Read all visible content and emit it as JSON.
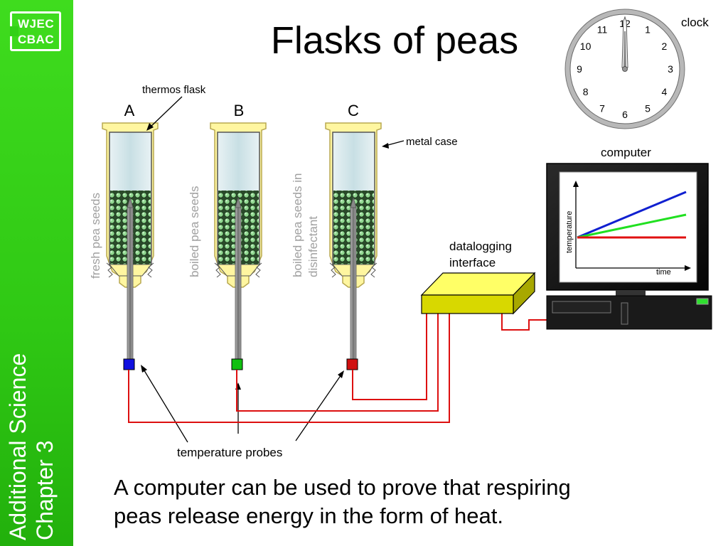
{
  "title": "Flasks of peas",
  "sidebar": {
    "logo_line1": "WJEC",
    "logo_line2": "CBAC",
    "course": "Additional Science",
    "chapter": "Chapter 3"
  },
  "flasks": [
    {
      "letter": "A",
      "content": "fresh pea seeds",
      "probe_color": "#1010e0"
    },
    {
      "letter": "B",
      "content": "boiled pea seeds",
      "probe_color": "#10c010"
    },
    {
      "letter": "C",
      "content_line1": "boiled pea seeds in",
      "content_line2": "disinfectant",
      "probe_color": "#d01010"
    }
  ],
  "labels": {
    "thermos_flask": "thermos flask",
    "metal_case": "metal case",
    "temperature_probes": "temperature probes",
    "datalogging_line1": "datalogging",
    "datalogging_line2": "interface",
    "computer": "computer",
    "clock": "clock"
  },
  "clock": {
    "numbers": [
      "12",
      "1",
      "2",
      "3",
      "4",
      "5",
      "6",
      "7",
      "8",
      "9",
      "10",
      "11"
    ]
  },
  "graph": {
    "ylabel": "temperature",
    "xlabel": "time",
    "line_colors": [
      "#1020d0",
      "#20e020",
      "#e01010"
    ]
  },
  "caption_line1": "A computer can be used to prove that respiring",
  "caption_line2": "peas release energy in the form of heat."
}
